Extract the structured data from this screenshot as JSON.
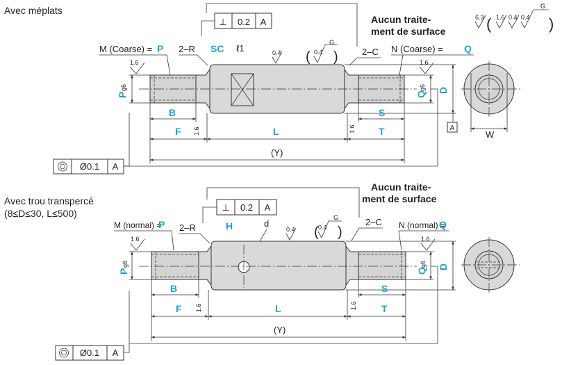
{
  "section1": {
    "title": "Avec méplats",
    "surface_note": [
      "Aucun traite-",
      "ment de surface"
    ],
    "m_label": "M (Coarse) =",
    "m_var": "P",
    "n_label": "N (Coarse) =",
    "n_var": "Q",
    "r_label": "2–R",
    "c_label": "2–C",
    "sc": "SC",
    "l1": "ℓ1",
    "fcf_symbol": "⊥",
    "fcf_value": "0.2",
    "fcf_datum": "A",
    "runout_value": "Ø0.1",
    "runout_datum": "A",
    "datum_box": "A",
    "dims": {
      "B": "B",
      "F": "F",
      "L": "L",
      "Y": "(Y)",
      "S": "S",
      "T": "T",
      "D": "D",
      "W": "W",
      "P": "P",
      "Q": "Q",
      "g6": "g6"
    },
    "roughness": {
      "r16": "1.6",
      "r04": "0.4",
      "r63": "6.3",
      "g": "G"
    }
  },
  "section2": {
    "title": "Avec trou transpercé",
    "subtitle": "(8≤D≤30, L≤500)",
    "surface_note": [
      "Aucun traite-",
      "ment de surface"
    ],
    "m_label": "M (normal) =",
    "m_var": "P",
    "n_label": "N (normal) =",
    "n_var": "Q",
    "r_label": "2–R",
    "c_label": "2–C",
    "h": "H",
    "d": "d",
    "fcf_symbol": "⊥",
    "fcf_value": "0.2",
    "fcf_datum": "A",
    "runout_value": "Ø0.1",
    "runout_datum": "A",
    "dims": {
      "B": "B",
      "F": "F",
      "L": "L",
      "Y": "(Y)",
      "S": "S",
      "T": "T",
      "D": "D",
      "P": "P",
      "Q": "Q",
      "g6": "g6"
    },
    "roughness": {
      "r16": "1.6",
      "r04": "0.4",
      "g": "G"
    }
  }
}
